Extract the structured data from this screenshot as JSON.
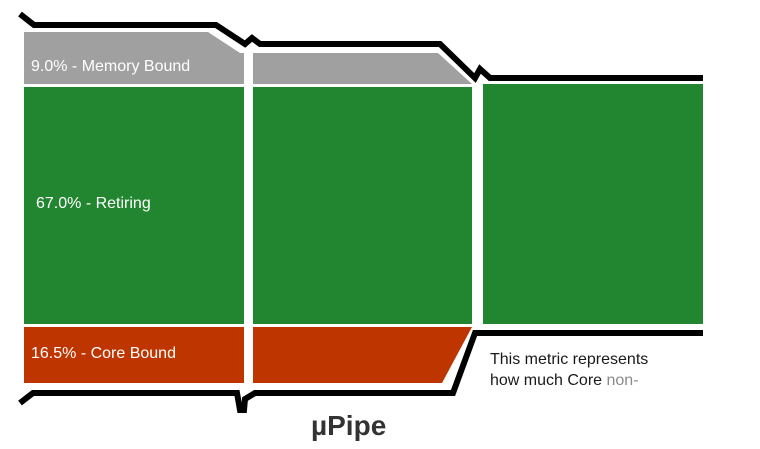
{
  "segments": {
    "memory_bound": {
      "label": "9.0% - Memory Bound",
      "percent": 9.0,
      "color": "#a0a0a0"
    },
    "retiring": {
      "label": "67.0% - Retiring",
      "percent": 67.0,
      "color": "#228631"
    },
    "core_bound": {
      "label": "16.5% - Core Bound",
      "percent": 16.5,
      "color": "#bf3500"
    }
  },
  "title": "µPipe",
  "description": {
    "line1": "This metric represents",
    "line2_a": "how much Core ",
    "line2_b": "non-"
  },
  "colors": {
    "outline": "#000000",
    "divider": "#ffffff",
    "title": "#333333"
  }
}
